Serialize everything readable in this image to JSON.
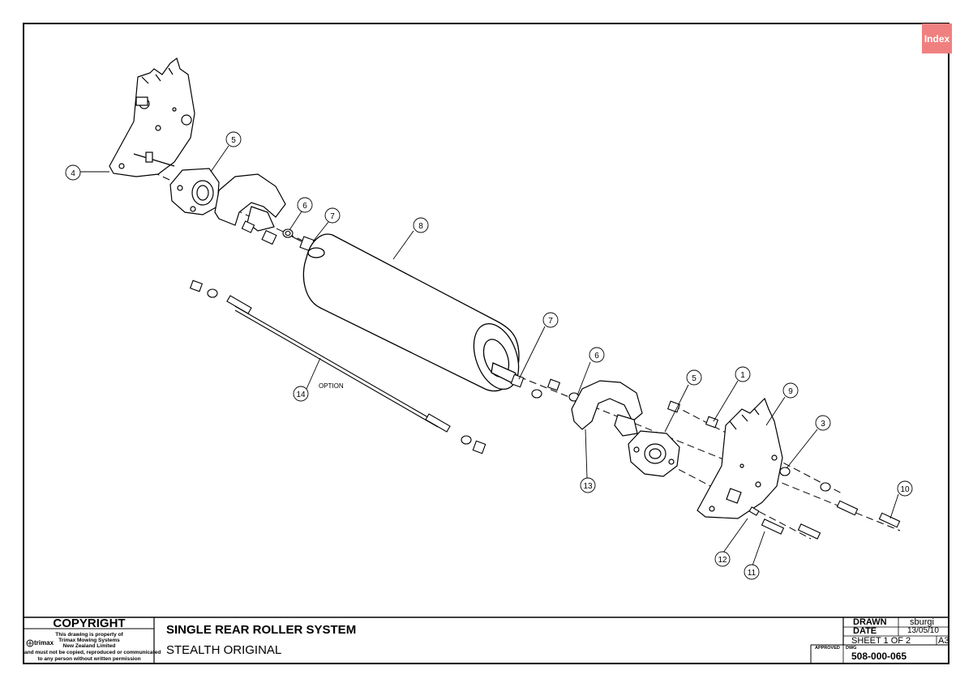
{
  "index_button": {
    "label": "Index"
  },
  "copyright": {
    "title": "COPYRIGHT",
    "lines": [
      "This drawing is property of",
      "Trimax Mowing Systems",
      "New Zealand Limited",
      "and must not be copied, reproduced or communicated",
      "to any person without written permission"
    ],
    "logo_text": "trimax"
  },
  "title_block": {
    "title": "SINGLE REAR ROLLER SYSTEM",
    "subtitle": "STEALTH ORIGINAL",
    "drawn_label": "DRAWN",
    "drawn_value": "sburgi",
    "date_label": "DATE",
    "date_value": "13/05/10",
    "sheet": "SHEET 1 OF 2",
    "size": "A3",
    "approved_label": "APPROVED",
    "dwg_label": "DWG",
    "dwg_number": "508-000-065"
  },
  "balloons": [
    "4",
    "5",
    "6",
    "7",
    "8",
    "14",
    "7",
    "6",
    "5",
    "1",
    "9",
    "3",
    "13",
    "10",
    "12",
    "11"
  ],
  "annotations": {
    "option": "OPTION"
  }
}
